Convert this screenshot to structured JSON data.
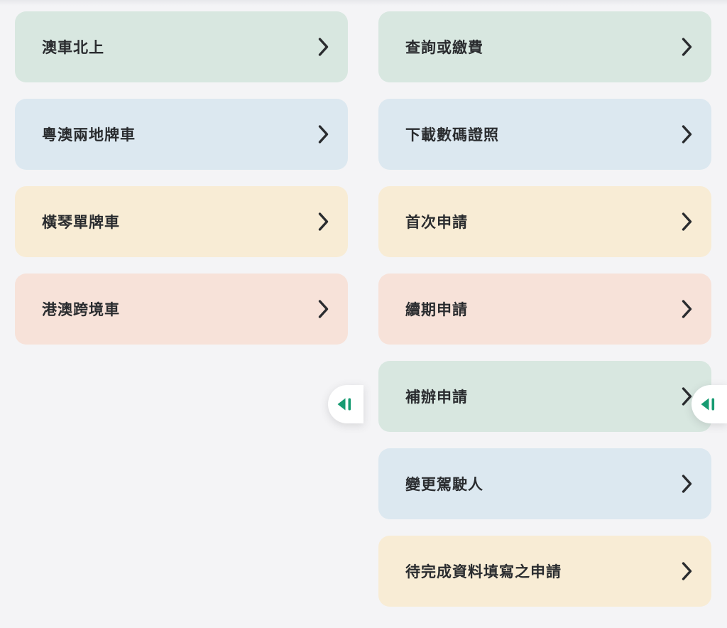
{
  "palette": {
    "background": "#f4f4f6",
    "card_green": "#d8e7e0",
    "card_blue": "#dce8f0",
    "card_cream": "#f8ecd5",
    "card_pink": "#f7e2d9",
    "text": "#2a2c2f",
    "chevron": "#2a2c2f",
    "handle_accent": "#179b72",
    "handle_background": "#ffffff"
  },
  "icons": {
    "card_arrow": "chevron-right-icon",
    "handle": "collapse-left-icon"
  },
  "left_panel": {
    "items": [
      {
        "label": "澳車北上",
        "color": "green"
      },
      {
        "label": "粵澳兩地牌車",
        "color": "blue"
      },
      {
        "label": "橫琴單牌車",
        "color": "cream"
      },
      {
        "label": "港澳跨境車",
        "color": "pink"
      }
    ]
  },
  "right_panel": {
    "items": [
      {
        "label": "查詢或繳費",
        "color": "green"
      },
      {
        "label": "下載數碼證照",
        "color": "blue"
      },
      {
        "label": "首次申請",
        "color": "cream"
      },
      {
        "label": "續期申請",
        "color": "pink"
      },
      {
        "label": "補辦申請",
        "color": "green"
      },
      {
        "label": "變更駕駛人",
        "color": "blue"
      },
      {
        "label": "待完成資料填寫之申請",
        "color": "cream"
      }
    ]
  }
}
